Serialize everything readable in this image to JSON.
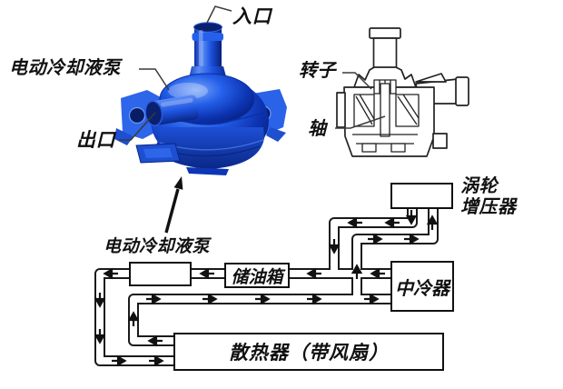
{
  "colors": {
    "background": "#ffffff",
    "line": "#1a1a1a",
    "pump_blue": "#1d53e0",
    "pump_blue_dark": "#0a2fa8",
    "pump_blue_deep": "#081d66",
    "pump_blue_light": "#6d9ef8"
  },
  "pump_photo": {
    "inlet_label": "入口",
    "name_label": "电动冷却液泵",
    "outlet_label": "出口"
  },
  "cross_section": {
    "rotor_label": "转子",
    "shaft_label": "轴"
  },
  "flow_diagram": {
    "pump_pointer_label": "电动冷却液泵",
    "reservoir_label": "储油箱",
    "turbo_label_line1": "涡轮",
    "turbo_label_line2": "增压器",
    "intercooler_label": "中冷器",
    "radiator_label": "散热器（带风扇）"
  }
}
